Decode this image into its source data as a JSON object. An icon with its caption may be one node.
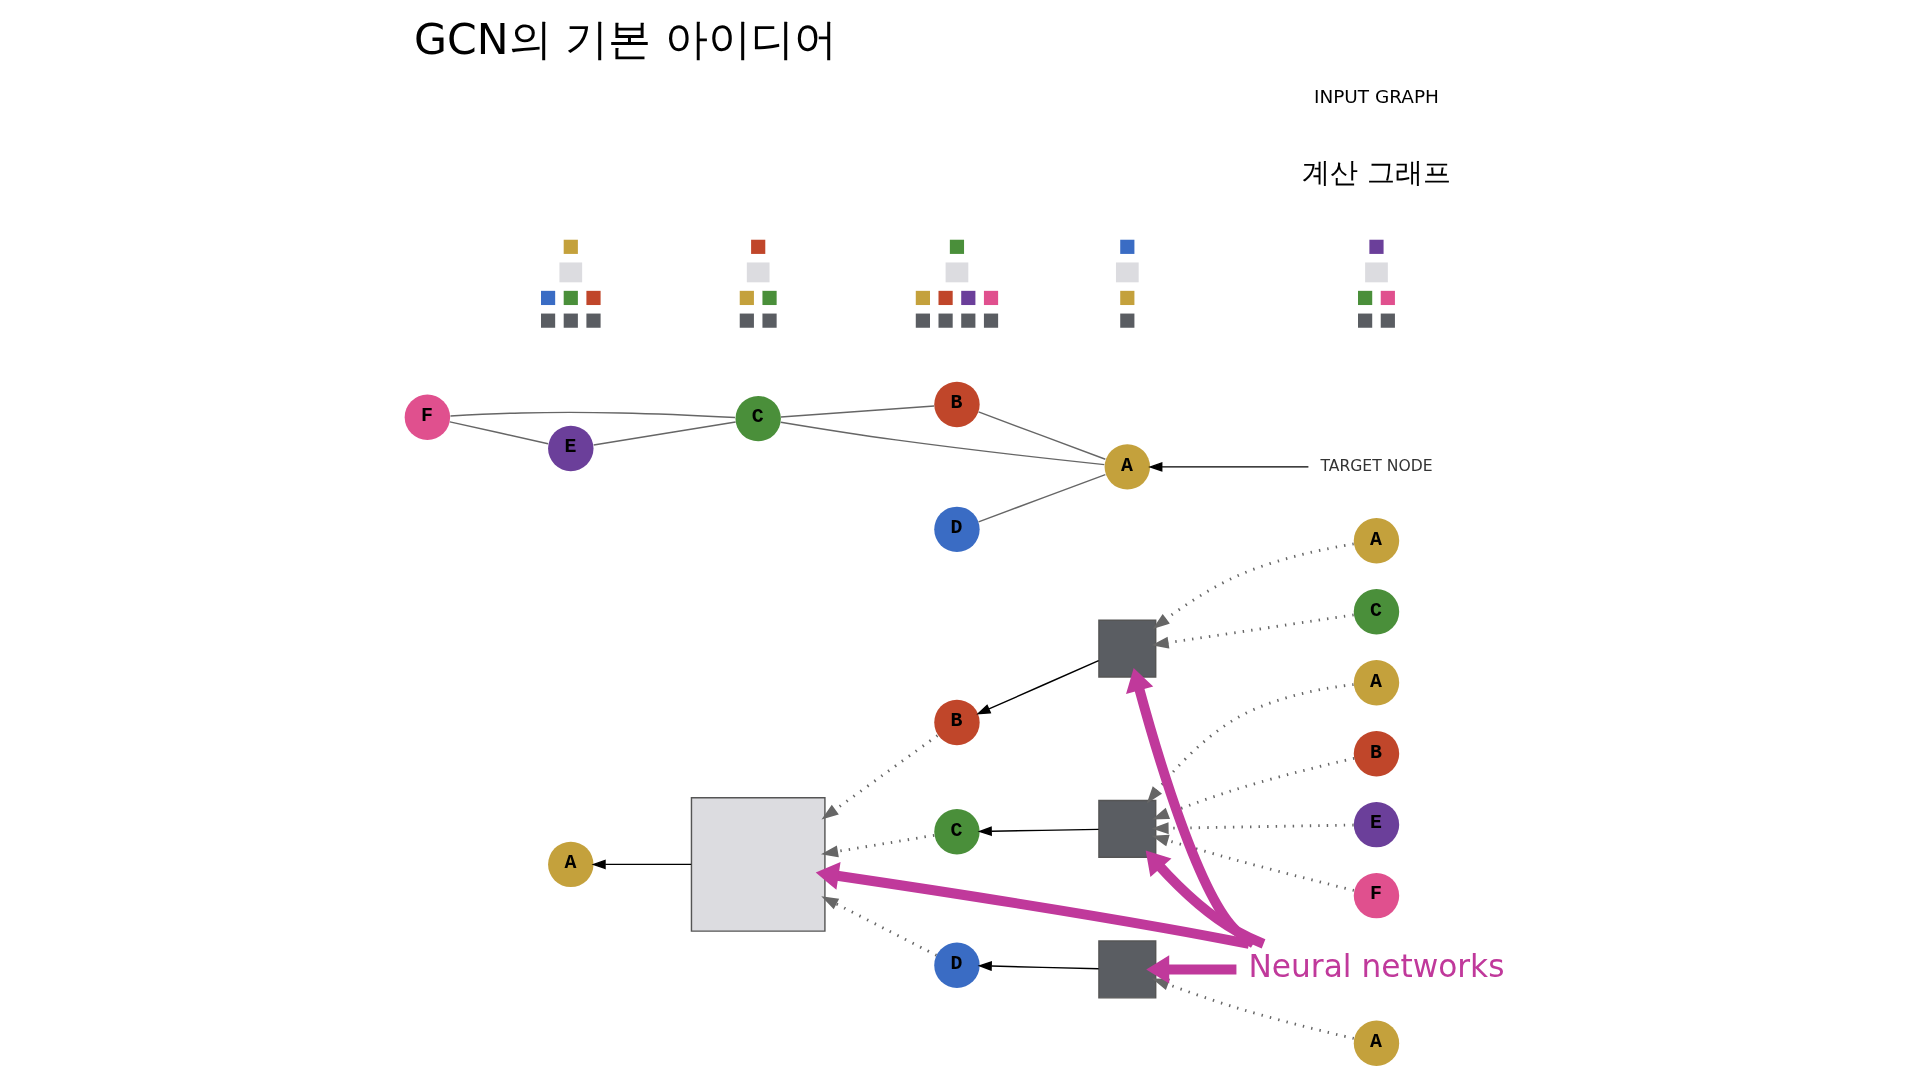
{
  "diagram": {
    "title": "GCN의 기본 아이디어",
    "nodes": [
      {
        "text": [
          "A"
        ]
      },
      {
        "text": [],
        "shape": "box"
      },
      {
        "text": [
          "B"
        ]
      },
      {
        "text": [
          "C"
        ]
      },
      {
        "text": [
          "D"
        ]
      },
      {
        "text": [],
        "shape": "box"
      },
      {
        "text": [],
        "shape": "box"
      },
      {
        "text": [],
        "shape": "box"
      },
      {
        "text": [
          "A"
        ]
      },
      {
        "text": [
          "C"
        ]
      },
      {
        "text": [
          "A"
        ]
      },
      {
        "text": [
          "B"
        ]
      },
      {
        "text": [
          "E"
        ]
      },
      {
        "text": [
          "F"
        ]
      },
      {
        "text": [
          "A"
        ]
      },
      {
        "text": [
          "Neural networks"
        ]
      },
      {
        "text": [
          "TARGET NODE"
        ]
      },
      {
        "text": [
          "B"
        ]
      },
      {
        "text": [
          "A"
        ]
      },
      {
        "text": [
          "C"
        ]
      },
      {
        "text": [
          "F"
        ]
      },
      {
        "text": [
          "D"
        ]
      },
      {
        "text": [
          "E"
        ]
      },
      {
        "text": [],
        "shape": "picture"
      },
      {
        "text": [],
        "shape": "picture"
      },
      {
        "text": [],
        "shape": "picture"
      },
      {
        "text": [],
        "shape": "picture"
      },
      {
        "text": [],
        "shape": "picture"
      }
    ],
    "edges": [
      {
        "from": 1,
        "to": 0,
        "arrow": "to",
        "color": "#000000"
      },
      {
        "from": 2,
        "to": 1,
        "arrow": "to",
        "style": "dashed"
      },
      {
        "from": 3,
        "to": 1,
        "arrow": "to",
        "style": "dashed"
      },
      {
        "from": 4,
        "to": 1,
        "arrow": "to",
        "style": "dashed"
      },
      {
        "from": 5,
        "to": 2,
        "arrow": "to",
        "color": "#000000"
      },
      {
        "from": 6,
        "to": 3,
        "arrow": "to",
        "color": "#000000"
      },
      {
        "from": 7,
        "to": 4,
        "arrow": "to",
        "color": "#000000"
      },
      {
        "from": 8,
        "to": 5,
        "arrow": "to",
        "style": "dashed"
      },
      {
        "from": 9,
        "to": 5,
        "arrow": "to",
        "style": "dashed"
      },
      {
        "from": 10,
        "to": 6,
        "arrow": "to",
        "style": "dashed"
      },
      {
        "from": 11,
        "to": 6,
        "arrow": "to",
        "style": "dashed"
      },
      {
        "from": 12,
        "to": 6,
        "arrow": "to",
        "style": "dashed"
      },
      {
        "from": 13,
        "to": 6,
        "arrow": "to",
        "style": "dashed"
      },
      {
        "from": 14,
        "to": 7,
        "arrow": "to",
        "style": "dashed"
      },
      {
        "from": 15,
        "to": 1,
        "arrow": "to",
        "style": "thick",
        "color": "#c0399b"
      },
      {
        "from": 15,
        "to": 5,
        "arrow": "to",
        "style": "thick",
        "color": "#c0399b"
      },
      {
        "from": 15,
        "to": 6,
        "arrow": "to",
        "style": "thick",
        "color": "#c0399b"
      },
      {
        "from": 15,
        "to": 7,
        "arrow": "to",
        "style": "thick",
        "color": "#c0399b"
      },
      {
        "from": 16,
        "to": 18,
        "arrow": "to",
        "color": "#000000"
      },
      {
        "from": 18,
        "to": 17,
        "arrow": "none"
      },
      {
        "from": 18,
        "to": 19,
        "arrow": "none"
      },
      {
        "from": 17,
        "to": 19,
        "arrow": "none"
      },
      {
        "from": 18,
        "to": 21,
        "arrow": "none"
      },
      {
        "from": 19,
        "to": 22,
        "arrow": "none"
      },
      {
        "from": 19,
        "to": 20,
        "arrow": "none"
      },
      {
        "from": 22,
        "to": 20,
        "arrow": "none"
      }
    ],
    "labels": [
      "계산 그래프",
      "INPUT GRAPH"
    ]
  }
}
